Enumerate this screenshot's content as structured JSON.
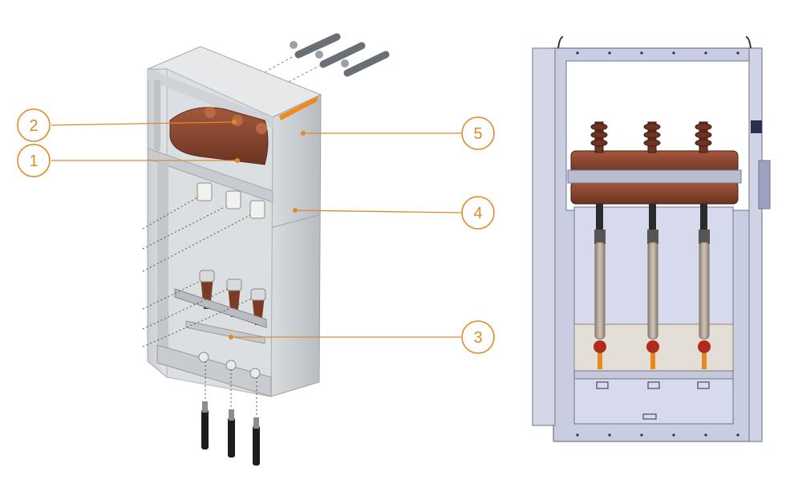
{
  "callouts": [
    {
      "id": "c1",
      "label": "1"
    },
    {
      "id": "c2",
      "label": "2"
    },
    {
      "id": "c3",
      "label": "3"
    },
    {
      "id": "c4",
      "label": "4"
    },
    {
      "id": "c5",
      "label": "5"
    }
  ],
  "colors": {
    "callout": "#e08a2a",
    "cabinet": "#d3d7dc",
    "cabinet_dark": "#a9aeb4",
    "insulator": "#7a3f2c",
    "frame": "#c6cbe0",
    "accent": "#f08a1c"
  }
}
